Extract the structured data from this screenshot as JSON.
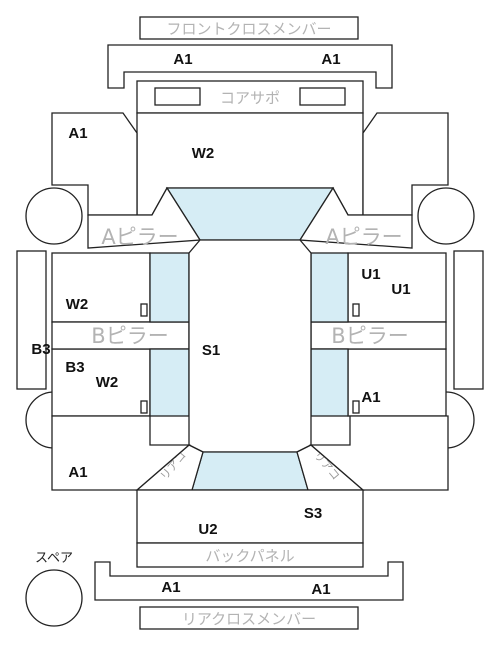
{
  "parts": {
    "front_cross_member": "フロントクロスメンバー",
    "core_support": "コアサポ",
    "a_pillar": "Aピラー",
    "b_pillar": "Bピラー",
    "back_panel": "バックパネル",
    "rear_cross_member": "リアクロスメンバー",
    "rear_corner": "リアコ",
    "spare": "スペア"
  },
  "codes": {
    "front_member_left": "A1",
    "front_member_right": "A1",
    "front_fender_left": "A1",
    "hood": "W2",
    "left_rear_door_upper": "W2",
    "rocker_left": "B3",
    "left_rear_door_lower_1": "B3",
    "left_rear_door_lower_2": "W2",
    "roof": "S1",
    "right_front_door_1": "U1",
    "right_front_door_2": "U1",
    "right_rear_door": "A1",
    "left_rear_fender": "A1",
    "trunk_left": "U2",
    "trunk_right": "S3",
    "rear_member_left": "A1",
    "rear_member_right": "A1"
  }
}
